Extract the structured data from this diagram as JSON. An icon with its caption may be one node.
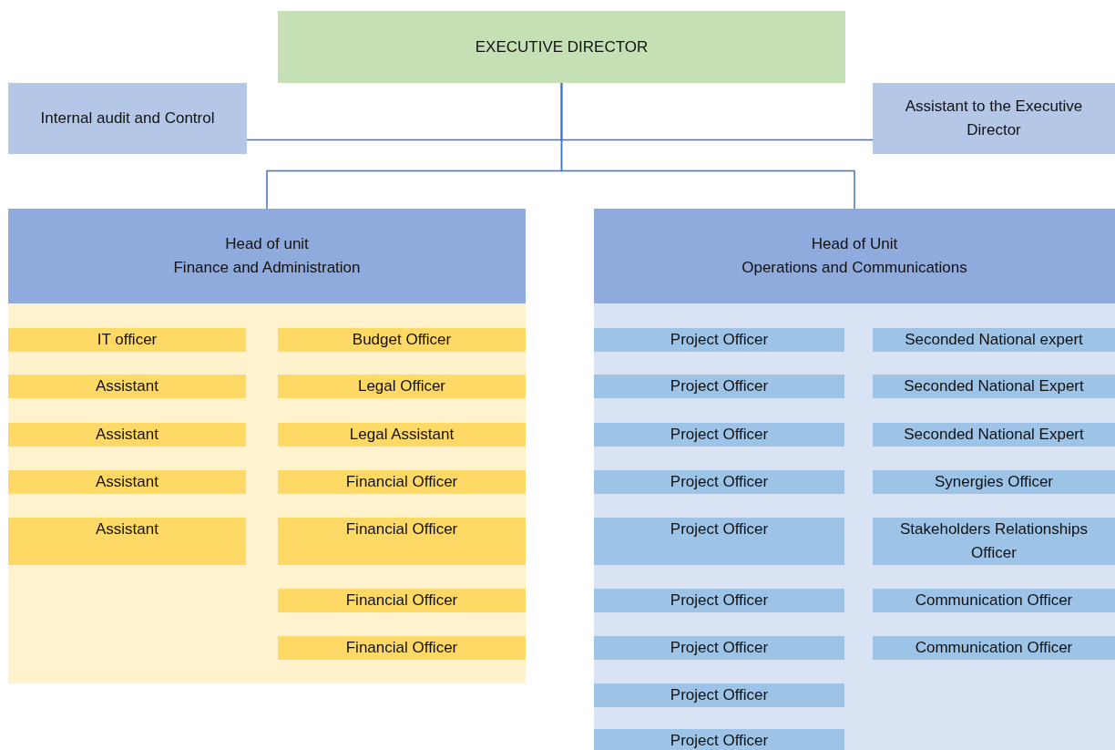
{
  "diagram": {
    "nodes": [
      {
        "text": [
          "EXECUTIVE DIRECTOR"
        ]
      },
      {
        "text": [
          "Internal audit and Control"
        ]
      },
      {
        "text": [
          "Assistant to the Executive Director"
        ]
      },
      {
        "text": [
          "Head of unit",
          "Finance and Administration"
        ]
      },
      {
        "text": [
          "IT officer"
        ],
        "in": 3
      },
      {
        "text": [
          "Budget Officer"
        ],
        "in": 3
      },
      {
        "text": [
          "Assistant"
        ],
        "in": 3
      },
      {
        "text": [
          "Legal Officer"
        ],
        "in": 3
      },
      {
        "text": [
          "Assistant"
        ],
        "in": 3
      },
      {
        "text": [
          "Legal Assistant"
        ],
        "in": 3
      },
      {
        "text": [
          "Assistant"
        ],
        "in": 3
      },
      {
        "text": [
          "Financial Officer"
        ],
        "in": 3
      },
      {
        "text": [
          "Assistant"
        ],
        "in": 3
      },
      {
        "text": [
          "Financial Officer"
        ],
        "in": 3
      },
      {
        "text": [
          "Financial Officer"
        ],
        "in": 3
      },
      {
        "text": [
          "Financial Officer"
        ],
        "in": 3
      },
      {
        "text": [
          "Head of Unit",
          "Operations and Communications"
        ]
      },
      {
        "text": [
          "Project Officer"
        ],
        "in": 16
      },
      {
        "text": [
          "Seconded National expert"
        ],
        "in": 16
      },
      {
        "text": [
          "Project Officer"
        ],
        "in": 16
      },
      {
        "text": [
          "Seconded National Expert"
        ],
        "in": 16
      },
      {
        "text": [
          "Project Officer"
        ],
        "in": 16
      },
      {
        "text": [
          "Seconded National Expert"
        ],
        "in": 16
      },
      {
        "text": [
          "Project Officer"
        ],
        "in": 16
      },
      {
        "text": [
          "Synergies Officer"
        ],
        "in": 16
      },
      {
        "text": [
          "Project Officer"
        ],
        "in": 16
      },
      {
        "text": [
          "Stakeholders Relationships Officer"
        ],
        "in": 16
      },
      {
        "text": [
          "Project Officer"
        ],
        "in": 16
      },
      {
        "text": [
          "Communication Officer"
        ],
        "in": 16
      },
      {
        "text": [
          "Project Officer"
        ],
        "in": 16
      },
      {
        "text": [
          "Communication Officer"
        ],
        "in": 16
      },
      {
        "text": [
          "Project Officer"
        ],
        "in": 16
      },
      {
        "text": [
          "Project Officer"
        ],
        "in": 16
      }
    ],
    "edges": [
      {
        "from": 0,
        "to": 1,
        "arrow": "none"
      },
      {
        "from": 0,
        "to": 2,
        "arrow": "none"
      },
      {
        "from": 0,
        "to": 3,
        "arrow": "none"
      },
      {
        "from": 0,
        "to": 16,
        "arrow": "none"
      }
    ]
  }
}
